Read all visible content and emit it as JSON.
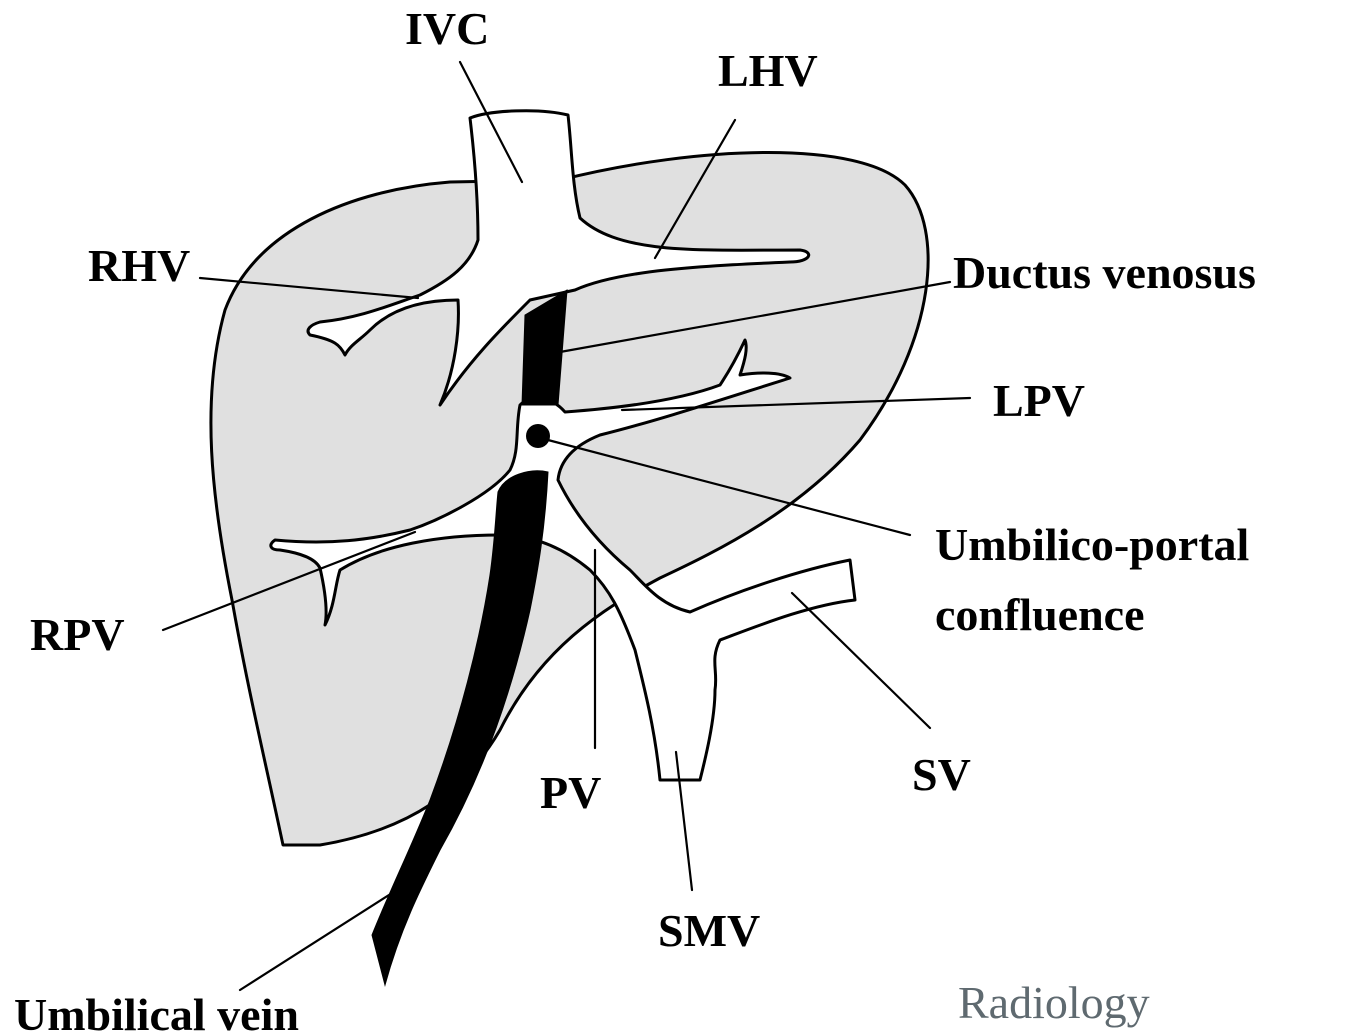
{
  "diagram": {
    "labels": {
      "ivc": "IVC",
      "lhv": "LHV",
      "rhv": "RHV",
      "ductus_venosus": "Ductus venosus",
      "lpv": "LPV",
      "umbilico_portal_line1": "Umbilico-portal",
      "umbilico_portal_line2": "confluence",
      "rpv": "RPV",
      "sv": "SV",
      "pv": "PV",
      "smv": "SMV",
      "umbilical_vein": "Umbilical vein"
    },
    "watermark": "Radiology",
    "colors": {
      "liver_fill": "#e0e0e0",
      "outline": "#000000",
      "vessel_fill": "#ffffff",
      "watermark": "#5f6a70"
    }
  }
}
